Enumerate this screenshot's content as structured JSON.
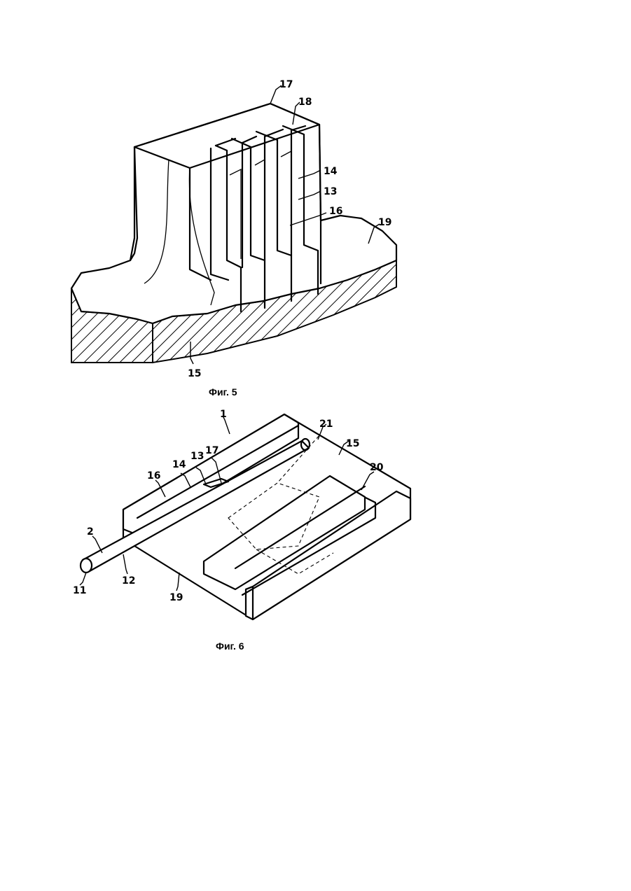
{
  "figures": [
    {
      "caption": "Фиг. 5",
      "labels": {
        "l17": "17",
        "l18": "18",
        "l14": "14",
        "l13": "13",
        "l16": "16",
        "l19": "19",
        "l15": "15"
      }
    },
    {
      "caption": "Фиг. 6",
      "labels": {
        "l1": "1",
        "l21": "21",
        "l15": "15",
        "l17": "17",
        "l13": "13",
        "l14": "14",
        "l16": "16",
        "l20": "20",
        "l2": "2",
        "l12": "12",
        "l11": "11",
        "l19": "19"
      }
    }
  ]
}
